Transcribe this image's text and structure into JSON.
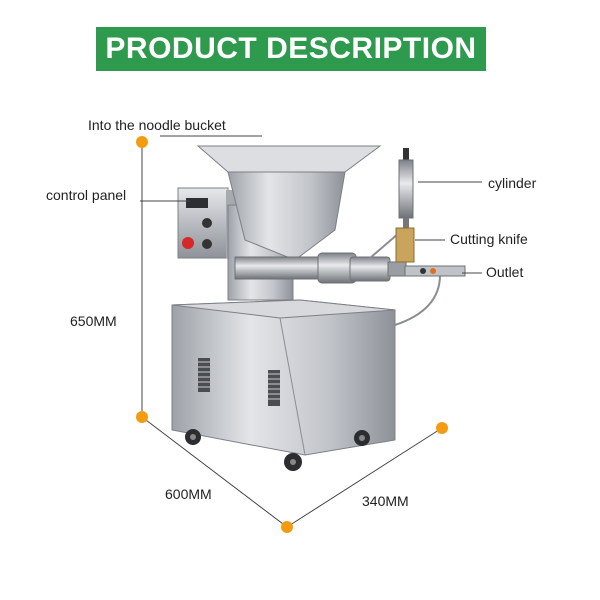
{
  "banner": {
    "title": "PRODUCT DESCRIPTION",
    "color": "#2e9a4e"
  },
  "labels": {
    "noodle_bucket": "Into the noodle bucket",
    "control_panel": "control panel",
    "cylinder": "cylinder",
    "cutting_knife": "Cutting knife",
    "outlet": "Outlet"
  },
  "dimensions": {
    "height": "650MM",
    "width": "600MM",
    "depth": "340MM"
  },
  "colors": {
    "dimension_marker": "#f39c12",
    "steel": "#c9ccd0"
  }
}
